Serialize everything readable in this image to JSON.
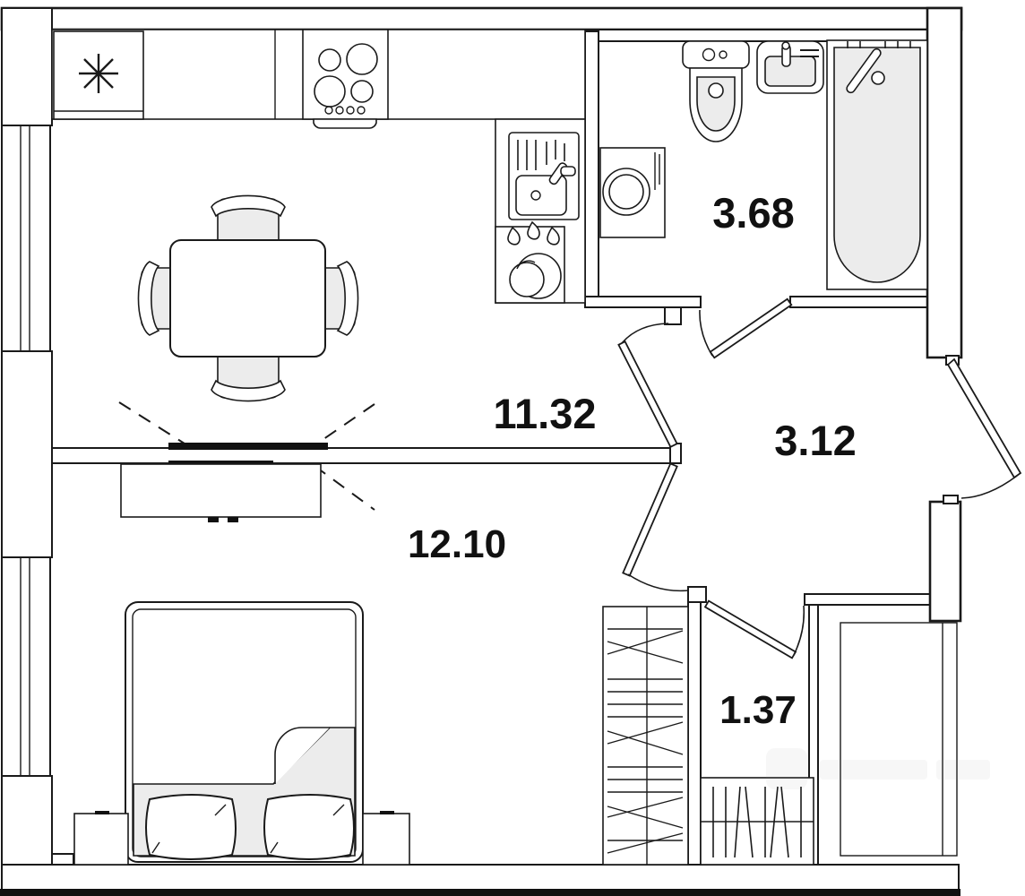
{
  "plan": {
    "title": "1-room apartment floor plan",
    "units": "m2",
    "rooms": [
      {
        "id": "kitchen_living",
        "area": "11.32"
      },
      {
        "id": "bathroom",
        "area": "3.68"
      },
      {
        "id": "hallway",
        "area": "3.12"
      },
      {
        "id": "bedroom",
        "area": "12.10"
      },
      {
        "id": "closet",
        "area": "1.37"
      }
    ],
    "fixtures": {
      "kitchen": [
        "refrigerator",
        "hob",
        "kitchen-sink",
        "dish-rack",
        "dining-table",
        "chairs"
      ],
      "bathroom": [
        "toilet",
        "washbasin",
        "bathtub",
        "washing-machine"
      ],
      "bedroom": [
        "double-bed",
        "pillows",
        "nightstands",
        "tv",
        "tv-console",
        "wardrobe"
      ],
      "hallway": [
        "shoe-rack"
      ],
      "openings": [
        "windows-left-wall",
        "entrance-door",
        "interior-doors"
      ]
    },
    "colors": {
      "line": "#1a1a1a",
      "light_fill": "#ececec",
      "background": "#ffffff"
    }
  }
}
